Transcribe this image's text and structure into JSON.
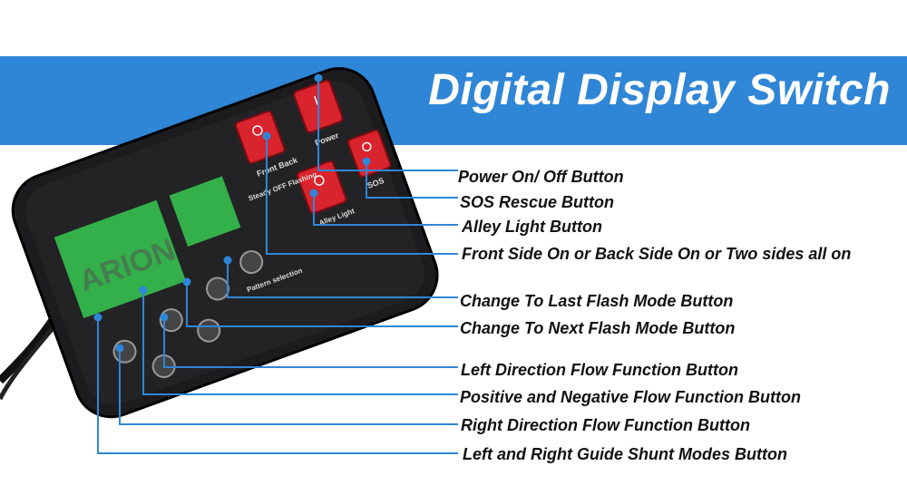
{
  "banner": {
    "title": "Digital Display Switch",
    "color": "#2f86d6"
  },
  "device": {
    "switch_labels": [
      "Power",
      "SOS",
      "Front Back",
      "Steady OFF Flashing",
      "Alley Light"
    ],
    "pattern_label": "Pattern selection",
    "watermark": "ARION",
    "rocker_color": "#d9232d",
    "display_color": "#33b04a"
  },
  "callouts": [
    "Power On/ Off Button",
    "SOS Rescue Button",
    "Alley Light Button",
    "Front Side On or Back Side On or Two sides all on",
    "Change To Last Flash Mode Button",
    "Change To Next Flash Mode Button",
    "Left Direction Flow Function Button",
    "Positive and Negative Flow Function Button",
    "Right Direction Flow Function Button",
    "Left and Right Guide Shunt Modes Button"
  ],
  "line_color": "#2f86d6"
}
